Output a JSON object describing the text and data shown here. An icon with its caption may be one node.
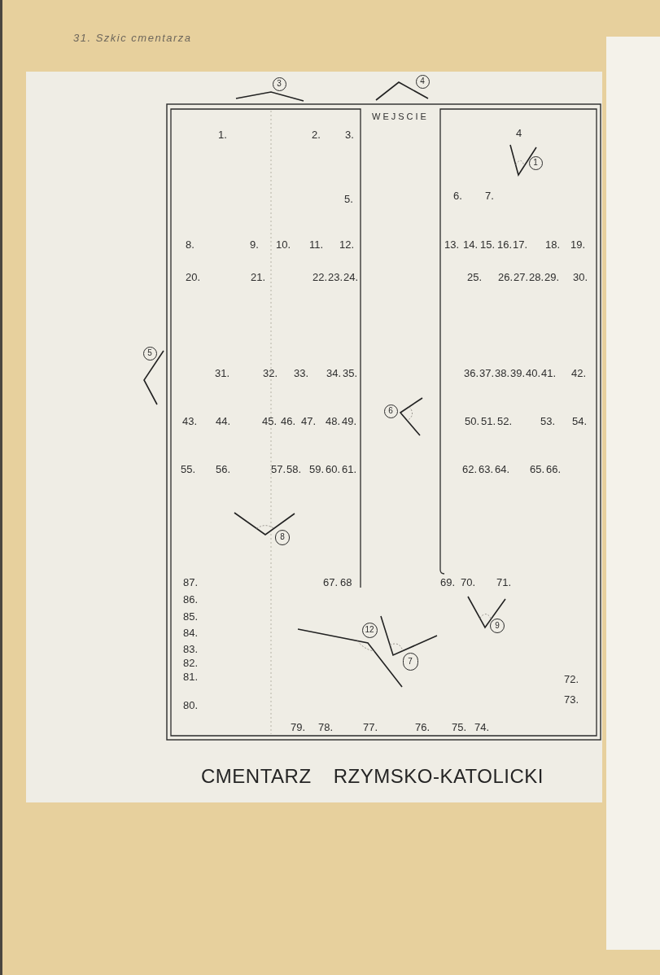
{
  "diagram": {
    "title": "31. Szkic cmentarza",
    "caption": "CMENTARZ RZYMSKO-KATOLICKI",
    "nodes": [
      {
        "text": [
          "3"
        ]
      },
      {
        "text": [
          "4"
        ]
      },
      {
        "text": [
          "1"
        ]
      },
      {
        "text": [
          "5"
        ]
      },
      {
        "text": [
          "6"
        ]
      },
      {
        "text": [
          "8"
        ]
      },
      {
        "text": [
          "12"
        ]
      },
      {
        "text": [
          "9"
        ]
      },
      {
        "text": [
          "7"
        ]
      }
    ],
    "labels": [
      "WEJSCIE",
      "1.",
      "2.",
      "3.",
      "4",
      "5.",
      "6.",
      "7.",
      "8.",
      "9.",
      "10.",
      "11.",
      "12.",
      "13.",
      "14.",
      "15.",
      "16.",
      "17.",
      "18.",
      "19.",
      "20.",
      "21.",
      "22.",
      "23.",
      "24.",
      "25.",
      "26.",
      "27.",
      "28.",
      "29.",
      "30.",
      "31.",
      "32.",
      "33.",
      "34.",
      "35.",
      "36.",
      "37.",
      "38.",
      "39.",
      "40.",
      "41.",
      "42.",
      "43.",
      "44.",
      "45.",
      "46.",
      "47.",
      "48.",
      "49.",
      "50.",
      "51.",
      "52.",
      "53.",
      "54.",
      "55.",
      "56.",
      "57.",
      "58.",
      "59.",
      "60.",
      "61.",
      "62.",
      "63.",
      "64.",
      "65.",
      "66.",
      "87.",
      "67.",
      "68",
      "69.",
      "70.",
      "71.",
      "86.",
      "85.",
      "84.",
      "83.",
      "82.",
      "81.",
      "72.",
      "73.",
      "80.",
      "79.",
      "78.",
      "77.",
      "76.",
      "75.",
      "74."
    ]
  }
}
